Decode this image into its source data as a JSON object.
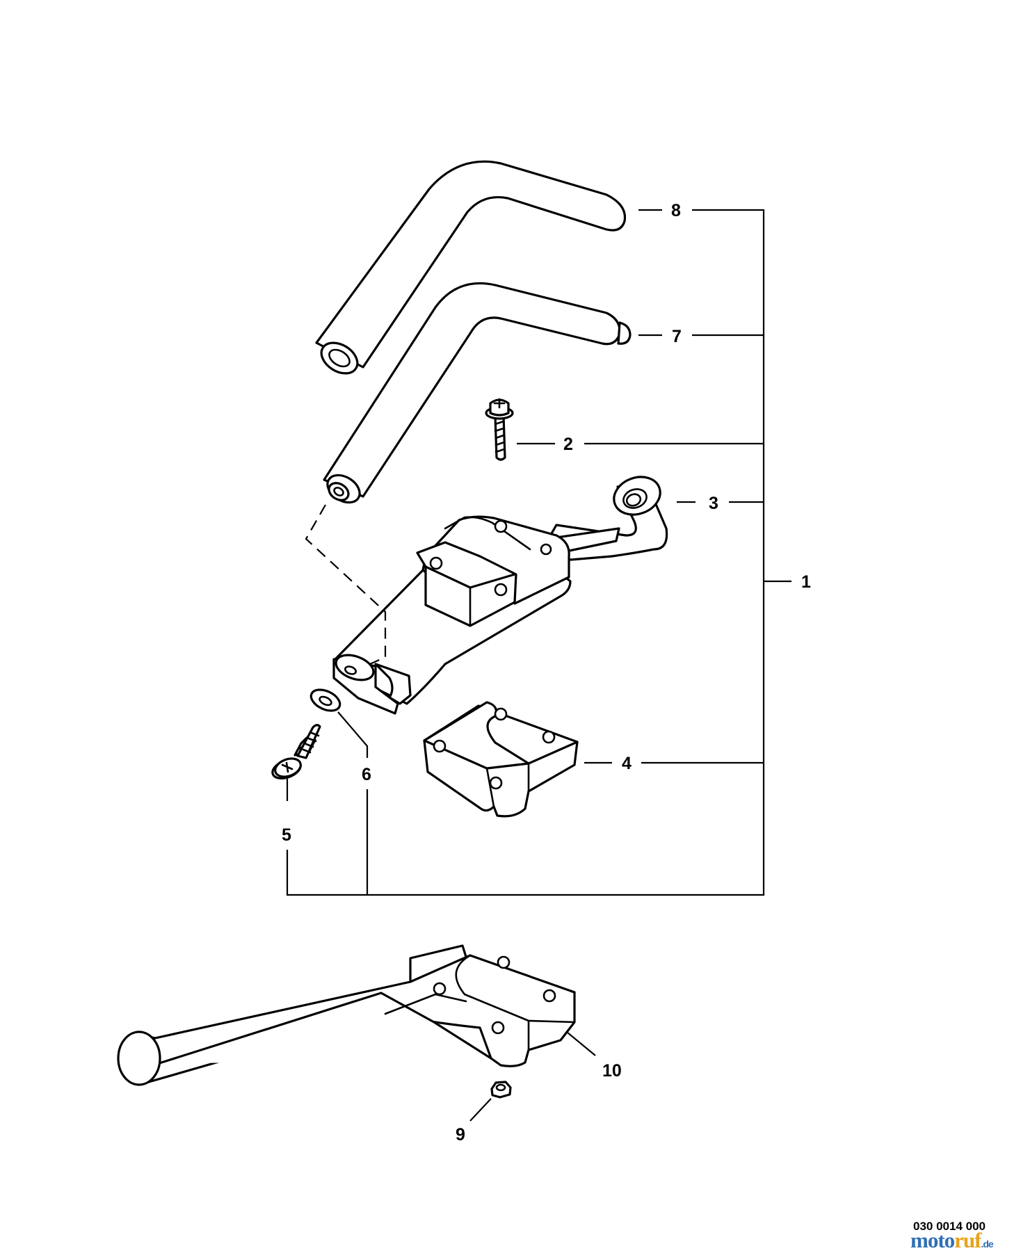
{
  "diagram": {
    "callouts": [
      "1",
      "2",
      "3",
      "4",
      "5",
      "6",
      "7",
      "8",
      "9",
      "10"
    ],
    "drawing_number": "030 0014 000",
    "watermark": {
      "part1": "moto",
      "part2": "ruf",
      "part3": ".de",
      "color_primary": "#2f6fb5",
      "color_accent": "#e8a21a"
    }
  }
}
